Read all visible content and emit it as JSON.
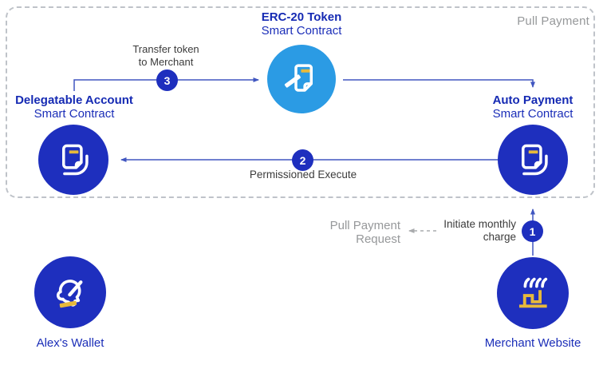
{
  "frame": {
    "corner_label": "Pull Payment"
  },
  "nodes": {
    "erc20": {
      "line1": "ERC-20 Token",
      "line2": "Smart Contract"
    },
    "delegatable": {
      "line1": "Delegatable Account",
      "line2": "Smart Contract"
    },
    "auto_payment": {
      "line1": "Auto Payment",
      "line2": "Smart Contract"
    },
    "alex_wallet": {
      "label": "Alex's Wallet"
    },
    "merchant": {
      "label": "Merchant Website"
    }
  },
  "steps": {
    "one": {
      "number": "1",
      "label_line1": "Initiate monthly",
      "label_line2": "charge"
    },
    "two": {
      "number": "2",
      "label": "Permissioned Execute"
    },
    "three": {
      "number": "3",
      "label_line1": "Transfer token",
      "label_line2": "to Merchant"
    }
  },
  "annotations": {
    "pull_request_line1": "Pull Payment",
    "pull_request_line2": "Request"
  },
  "icons": {
    "erc20": "contract-pen-icon",
    "delegatable": "contract-pages-icon",
    "auto_payment": "contract-pages-icon",
    "alex_wallet": "person-profile-icon",
    "merchant": "storefront-icon"
  },
  "colors": {
    "brand_blue_text": "#1B2EB8",
    "circle_dark_blue": "#1E2FBE",
    "circle_light_blue": "#2B9BE4",
    "accent_yellow": "#E7B93B",
    "arrow_blue": "#4056C0",
    "gray_text": "#96989A",
    "dark_text": "#3B3B3B",
    "dashed_border": "#BFC3C9"
  }
}
